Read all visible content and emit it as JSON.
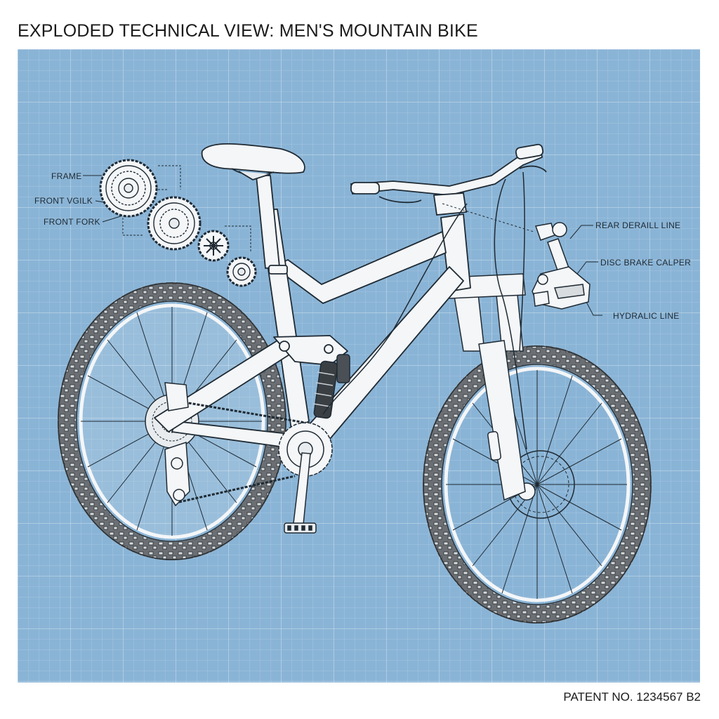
{
  "header": {
    "title": "EXPLODED TECHNICAL VIEW: MEN'S MOUNTAIN BIKE"
  },
  "diagram": {
    "background_color": "#8ab4d6",
    "grid_color": "#ffffff",
    "line_color": "#1f2a33",
    "part_fill": "#f4f6f8",
    "tire_color": "#6b6f73",
    "left_callouts": [
      {
        "label": "FRAME"
      },
      {
        "label": "FRONT VGILK"
      },
      {
        "label": "FRONT FORK"
      }
    ],
    "right_callouts": [
      {
        "label": "REAR DERAILL LINE"
      },
      {
        "label": "DISC BRAKE CALPER"
      },
      {
        "label": "HYDRALIC LINE"
      }
    ],
    "exploded_parts": [
      "cassette-large",
      "cassette-medium",
      "sprocket-small",
      "pulley-wheel",
      "rear-derailleur"
    ]
  },
  "footer": {
    "patent": "PATENT NO. 1234567 B2"
  }
}
